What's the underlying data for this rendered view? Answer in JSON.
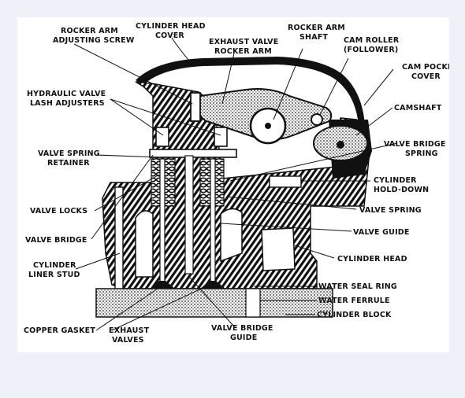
{
  "labels": {
    "rocker_arm_adjusting_screw": [
      "ROCKER ARM",
      "ADJUSTING SCREW"
    ],
    "cylinder_head_cover": [
      "CYLINDER HEAD",
      "COVER"
    ],
    "exhaust_valve_rocker_arm": [
      "EXHAUST VALVE",
      "ROCKER ARM"
    ],
    "rocker_arm_shaft": [
      "ROCKER ARM",
      "SHAFT"
    ],
    "cam_roller": [
      "CAM ROLLER",
      "(FOLLOWER)"
    ],
    "cam_pocket_cover": [
      "CAM POCKET",
      "COVER"
    ],
    "hydraulic_valve_lash_adjusters": [
      "HYDRAULIC VALVE",
      "LASH ADJUSTERS"
    ],
    "camshaft": [
      "CAMSHAFT"
    ],
    "valve_spring_retainer": [
      "VALVE SPRING",
      "RETAINER"
    ],
    "valve_bridge_spring": [
      "VALVE BRIDGE",
      "SPRING"
    ],
    "cylinder_hold_down": [
      "CYLINDER",
      "HOLD-DOWN"
    ],
    "valve_locks": [
      "VALVE LOCKS"
    ],
    "valve_spring": [
      "VALVE SPRING"
    ],
    "valve_guide": [
      "VALVE GUIDE"
    ],
    "valve_bridge": [
      "VALVE BRIDGE"
    ],
    "cylinder_head": [
      "CYLINDER HEAD"
    ],
    "cylinder_liner_stud": [
      "CYLINDER",
      "LINER STUD"
    ],
    "water_seal_ring": [
      "WATER SEAL RING"
    ],
    "water_ferrule": [
      "WATER FERRULE"
    ],
    "cylinder_block": [
      "CYLINDER BLOCK"
    ],
    "copper_gasket": [
      "COPPER GASKET"
    ],
    "exhaust_valves": [
      "EXHAUST",
      "VALVES"
    ],
    "valve_bridge_guide": [
      "VALVE BRIDGE",
      "GUIDE"
    ]
  }
}
